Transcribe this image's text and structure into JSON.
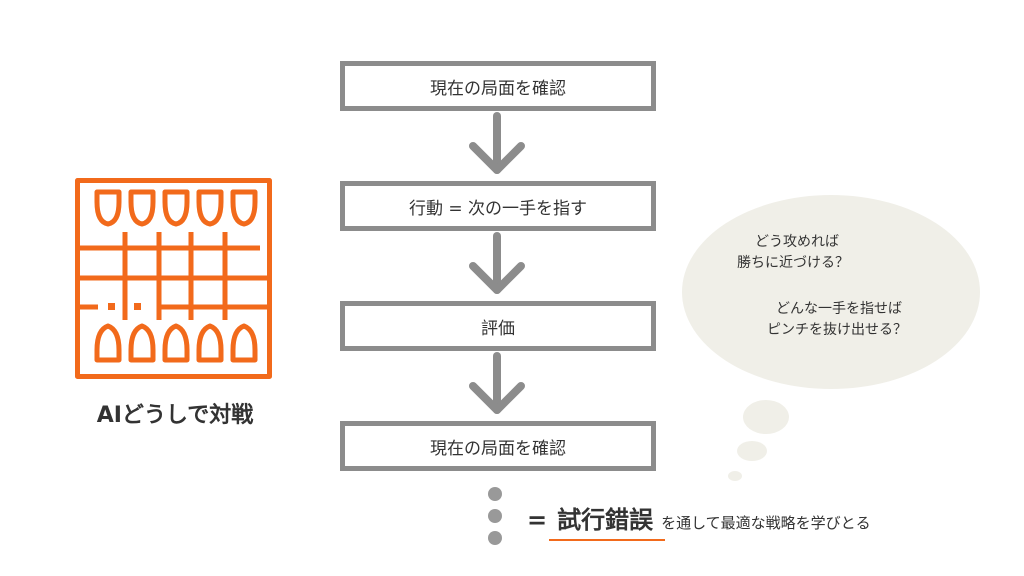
{
  "colors": {
    "accent": "#f26a1b",
    "box_border": "#8c8c8c",
    "bubble": "#f0efe8",
    "text": "#333333"
  },
  "logo": {
    "icon": "shogi-board-icon",
    "label": "AIどうしで対戦"
  },
  "flow": {
    "steps": [
      {
        "label": "現在の局面を確認"
      },
      {
        "label": "行動 = 次の一手を指す"
      },
      {
        "label": "評価"
      },
      {
        "label": "現在の局面を確認"
      }
    ]
  },
  "thought_bubble": {
    "question1": [
      "どう攻めれば",
      "勝ちに近づける？"
    ],
    "question2": [
      "どんな一手を指せば",
      "ピンチを抜け出せる？"
    ]
  },
  "summary": {
    "equals": "=",
    "keyword": "試行錯誤",
    "rest": "を通して最適な戦略を学びとる"
  }
}
